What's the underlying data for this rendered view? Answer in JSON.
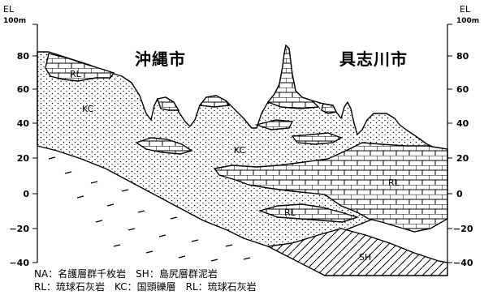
{
  "axis": {
    "title_left": "EL",
    "unit_left": "100m",
    "title_right": "EL",
    "unit_right": "100m",
    "ticks": [
      "80",
      "60",
      "40",
      "20",
      "0",
      "−20",
      "−40"
    ]
  },
  "places": {
    "left": "沖縄市",
    "right": "具志川市"
  },
  "units": {
    "rl_top": "RL",
    "kc_upper": "KC",
    "kc_mid": "KC",
    "rl_right": "RL",
    "rl_lower": "RL",
    "sh": "SH"
  },
  "legend": {
    "line1": "NA：名護層群千枚岩　SH：島尻層群泥岩",
    "line2": "RL：琉球石灰岩　KC：国頭礫層　RL：琉球石灰岩"
  },
  "colors": {
    "ink": "#000000",
    "paper": "#ffffff"
  }
}
